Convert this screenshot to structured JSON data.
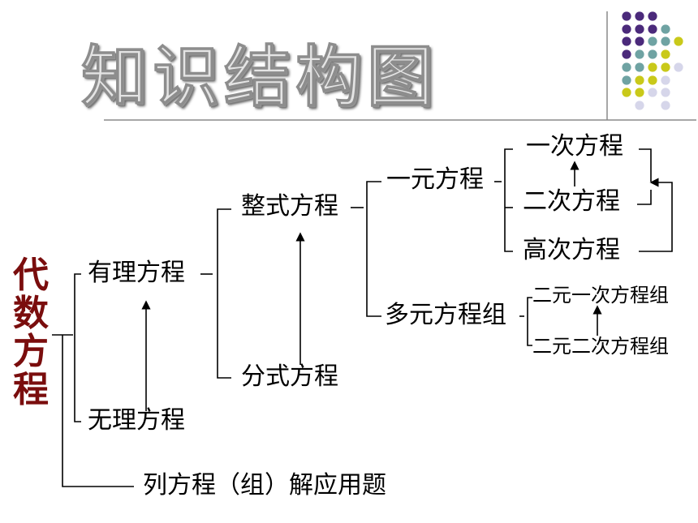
{
  "title": "知识结构图",
  "root": [
    "代",
    "数",
    "方",
    "程"
  ],
  "nodes": {
    "rational": "有理方程",
    "irrational": "无理方程",
    "integral": "整式方程",
    "fractional": "分式方程",
    "one_var": "一元方程",
    "multi_var": "多元方程组",
    "linear": "一次方程",
    "quadratic": "二次方程",
    "higher": "高次方程",
    "two_var_linear": "二元一次方程组",
    "two_var_quadratic": "二元二次方程组",
    "application": "列方程（组）解应用题"
  },
  "colors": {
    "title": "#e4e4e4",
    "root_text": "#7a0d0d",
    "dot_purple": "#4b2a7b",
    "dot_teal": "#6fa3a3",
    "dot_yellow": "#c9c91a",
    "dot_lavender": "#d6d6ea"
  }
}
